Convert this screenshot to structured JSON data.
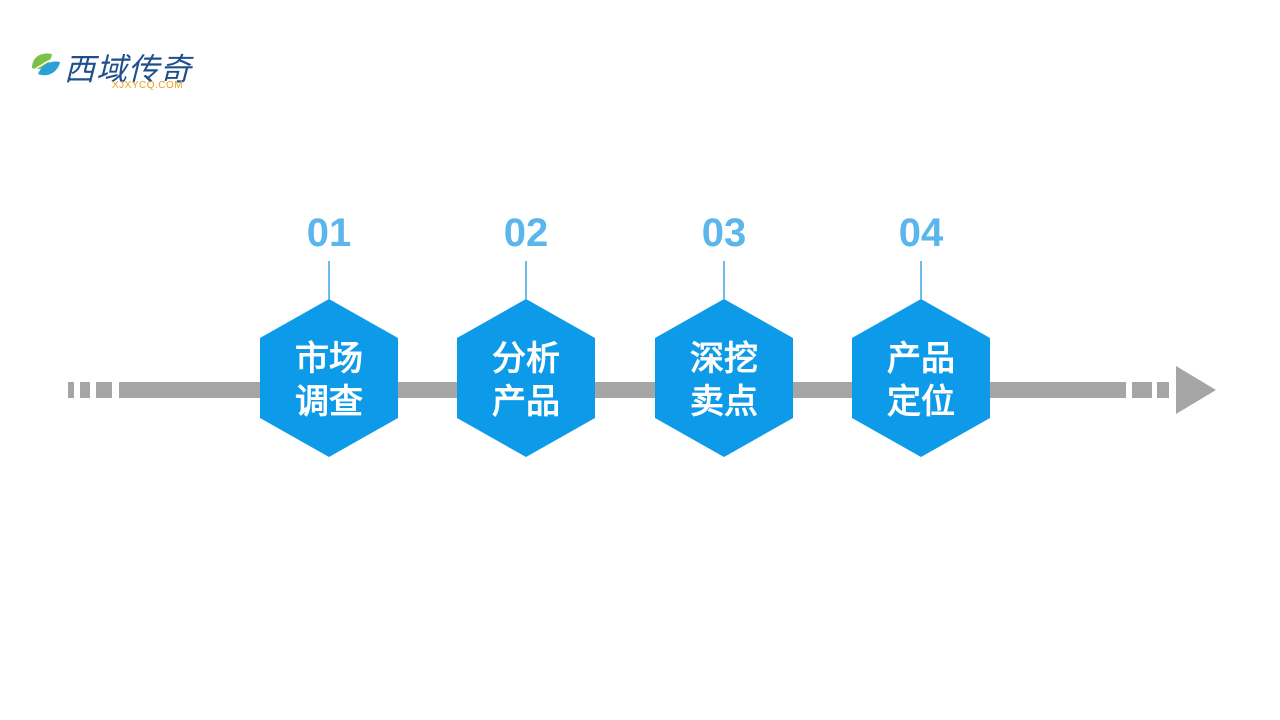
{
  "logo": {
    "name": "西域传奇",
    "url_text": "XJXYCQ.COM",
    "icon": "leaf-icon"
  },
  "colors": {
    "hexagon": "#0d9ae8",
    "number": "#5ab6ec",
    "connector": "#39a7e6",
    "arrow": "#a5a5a5",
    "logo_text": "#1f4f8c",
    "logo_sub": "#e8a215"
  },
  "steps": [
    {
      "number": "01",
      "line1": "市场",
      "line2": "调查"
    },
    {
      "number": "02",
      "line1": "分析",
      "line2": "产品"
    },
    {
      "number": "03",
      "line1": "深挖",
      "line2": "卖点"
    },
    {
      "number": "04",
      "line1": "产品",
      "line2": "定位"
    }
  ]
}
